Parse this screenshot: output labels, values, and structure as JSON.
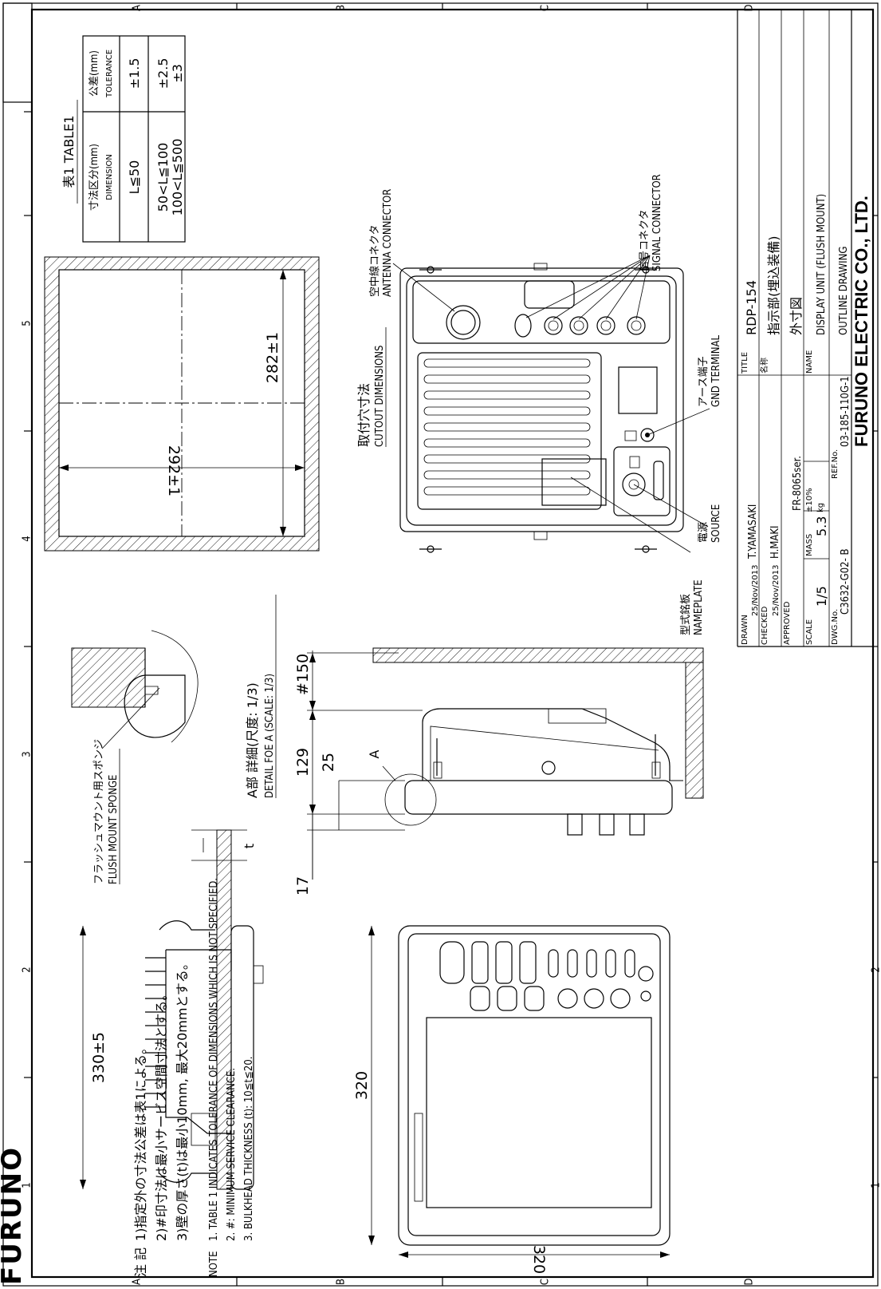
{
  "brand": "FURUNO",
  "company": "FURUNO ELECTRIC CO., LTD.",
  "grid": {
    "numbers": [
      "1",
      "2",
      "3",
      "4",
      "5"
    ],
    "letters": [
      "A",
      "B",
      "C",
      "D"
    ]
  },
  "table1": {
    "title": "表1 TABLE1",
    "headers": [
      {
        "jp": "寸法区分(mm)",
        "en": "DIMENSION"
      },
      {
        "jp": "公差(mm)",
        "en": "TOLERANCE"
      }
    ],
    "rows": [
      {
        "dimension": "L≦50",
        "tolerance": "±1.5"
      },
      {
        "dimension": "50<L≦100",
        "tolerance": "±2.5"
      },
      {
        "dimension": "100<L≦500",
        "tolerance": "±3"
      }
    ]
  },
  "dimensions": {
    "cutout_w": "282±1",
    "cutout_h": "292±1",
    "front_w": "320",
    "front_h": "320",
    "side_w": "330±5",
    "d17": "17",
    "d129": "129",
    "d25": "25",
    "d150": "#150",
    "t": "t"
  },
  "labels": {
    "cutout_jp": "取付穴寸法",
    "cutout_en": "CUTOUT DIMENSIONS",
    "antenna_jp": "空中線コネクタ",
    "antenna_en": "ANTENNA CONNECTOR",
    "signal_jp": "信号コネクタ",
    "signal_en": "SIGNAL CONNECTOR",
    "gnd_jp": "アース端子",
    "gnd_en": "GND TERMINAL",
    "source_jp": "電源",
    "source_en": "SOURCE",
    "nameplate_jp": "型式銘板",
    "nameplate_en": "NAMEPLATE",
    "detail_jp": "A部 詳細(尺度: 1/3)",
    "detail_en": "DETAIL FOE A (SCALE: 1/3)",
    "sponge_jp": "フラッシュマウント用スポンジ",
    "sponge_en": "FLUSH MOUNT SPONGE",
    "detail_marker": "A"
  },
  "notes": {
    "jp_label": "注 記",
    "jp_lines": [
      "1)指定外の寸法公差は表1による。",
      "2)#印寸法は最小サービス空間寸法とする。",
      "3)壁の厚さ(t)は最小10mm, 最大20mmとする。"
    ],
    "en_label": "NOTE",
    "en_lines": [
      "1.  TABLE 1 INDICATES TOLERANCE OF DIMENSIONS WHICH IS NOT SPECIFIED.",
      "2.  #: MINIMUM SERVICE CLEARANCE.",
      "3.  BULKHEAD THICKNESS (t): 10≦t≦20."
    ]
  },
  "title_block": {
    "drawn_label": "DRAWN",
    "drawn_date": "25/Nov/2013",
    "drawn_name": "T.YAMASAKI",
    "checked_label": "CHECKED",
    "checked_date": "25/Nov/2013",
    "checked_name": "H.MAKI",
    "approved_label": "APPROVED",
    "scale_label": "SCALE",
    "scale": "1/5",
    "mass_label": "MASS",
    "mass": "5.3",
    "mass_unit": "±10%",
    "mass_kg": "kg",
    "dwg_label": "DWG.No.",
    "dwg_no": "C3632-G02- B",
    "ref_label": "REF.No.",
    "ref_no": "03-185-110G-1",
    "series": "FR-8065ser.",
    "title_label": "TITLE",
    "title": "RDP-154",
    "name_jp_label": "名称",
    "name_jp1": "指示部(埋込装備)",
    "name_jp2": "外寸図",
    "name_label": "NAME",
    "name_en1": "DISPLAY UNIT (FLUSH MOUNT)",
    "name_en2": "OUTLINE DRAWING"
  },
  "colors": {
    "ink": "#000000",
    "paper": "#ffffff"
  }
}
